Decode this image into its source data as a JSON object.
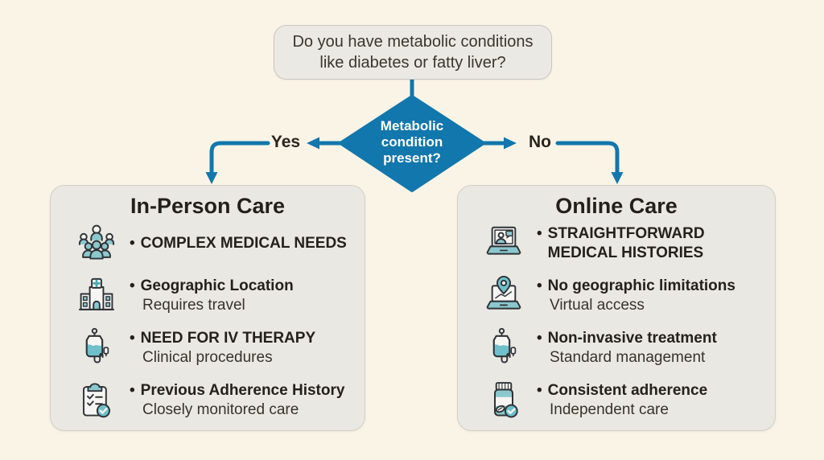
{
  "question": {
    "line1": "Do you have metabolic conditions",
    "line2": "like diabetes or fatty liver?"
  },
  "decision": {
    "line1": "Metabolic",
    "line2": "condition",
    "line3": "present?"
  },
  "branches": {
    "yes_label": "Yes",
    "no_label": "No"
  },
  "bullet": "•",
  "left_card": {
    "title": "In-Person Care",
    "items": [
      {
        "icon": "people-group-icon",
        "title": "COMPLEX MEDICAL NEEDS",
        "subtitle": ""
      },
      {
        "icon": "hospital-icon",
        "title": "Geographic Location",
        "subtitle": "Requires travel"
      },
      {
        "icon": "iv-bag-icon",
        "title": "NEED FOR IV THERAPY",
        "subtitle": "Clinical procedures"
      },
      {
        "icon": "clipboard-check-icon",
        "title": "Previous Adherence History",
        "subtitle": "Closely monitored care"
      }
    ]
  },
  "right_card": {
    "title": "Online Care",
    "items": [
      {
        "icon": "telehealth-laptop-icon",
        "title": "STRAIGHTFORWARD MEDICAL HISTORIES",
        "subtitle": ""
      },
      {
        "icon": "laptop-location-icon",
        "title": "No geographic limitations",
        "subtitle": "Virtual access"
      },
      {
        "icon": "iv-bag-icon",
        "title": "Non-invasive treatment",
        "subtitle": "Standard management"
      },
      {
        "icon": "pill-bottle-check-icon",
        "title": "Consistent adherence",
        "subtitle": "Independent care"
      }
    ]
  },
  "colors": {
    "background": "#faf4e6",
    "card_fill": "#e9e8e3",
    "accent_blue": "#1277ac",
    "icon_teal": "#82c6cc",
    "text_dark": "#24201b",
    "diamond_text": "#ffffff"
  }
}
